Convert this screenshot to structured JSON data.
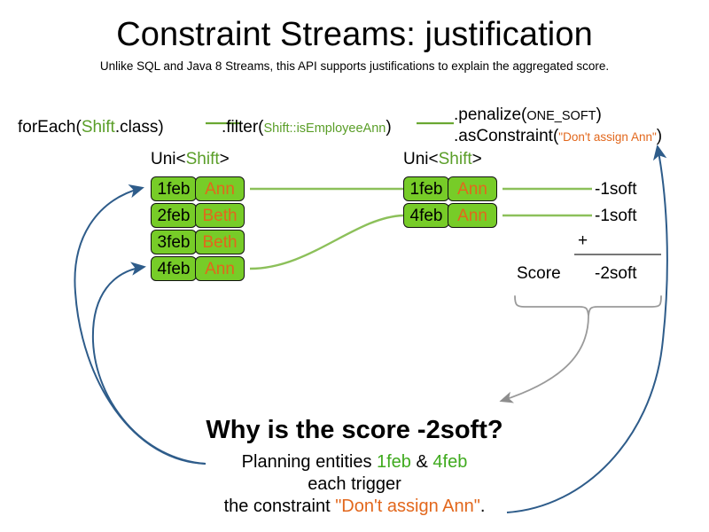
{
  "slide": {
    "title": "Constraint Streams: justification",
    "subtitle": "Unlike SQL and Java 8 Streams, this API supports justifications to explain the aggregated score."
  },
  "colors": {
    "card_green": "#77cc28",
    "type_green": "#5a9e28",
    "entity_green": "#3faa1e",
    "constraint_orange": "#e2671c",
    "arrow_blue": "#2e5c8a",
    "wire_green": "#8cc05a",
    "brace_gray": "#9a9a9a"
  },
  "pipeline": {
    "foreach": {
      "method": "forEach(",
      "type": "Shift",
      "rest": ".class)"
    },
    "filter": {
      "method": ".filter(",
      "arg": "Shift::isEmployeeAnn",
      "close": ")"
    },
    "penalize": {
      "method": ".penalize(",
      "arg": "ONE_SOFT",
      "close": ")"
    },
    "as_constraint": {
      "method": ".asConstraint(",
      "arg": "\"Don't assign Ann\"",
      "close": ")"
    }
  },
  "streams": {
    "left": {
      "label_prefix": "Uni<",
      "label_type": "Shift",
      "label_suffix": ">",
      "rows": [
        {
          "date": "1feb",
          "employee": "Ann"
        },
        {
          "date": "2feb",
          "employee": "Beth"
        },
        {
          "date": "3feb",
          "employee": "Beth"
        },
        {
          "date": "4feb",
          "employee": "Ann"
        }
      ]
    },
    "right": {
      "label_prefix": "Uni<",
      "label_type": "Shift",
      "label_suffix": ">",
      "rows": [
        {
          "date": "1feb",
          "employee": "Ann"
        },
        {
          "date": "4feb",
          "employee": "Ann"
        }
      ]
    }
  },
  "score": {
    "impacts": [
      "-1soft",
      "-1soft"
    ],
    "operator": "+",
    "label": "Score",
    "total": "-2soft"
  },
  "explanation": {
    "headline": "Why is the score -2soft?",
    "line1_a": "Planning entities ",
    "line1_e1": "1feb",
    "line1_amp": " & ",
    "line1_e2": "4feb",
    "line2": "each trigger",
    "line3_a": "the constraint ",
    "line3_b": "\"Don't assign Ann\"",
    "line3_c": "."
  }
}
